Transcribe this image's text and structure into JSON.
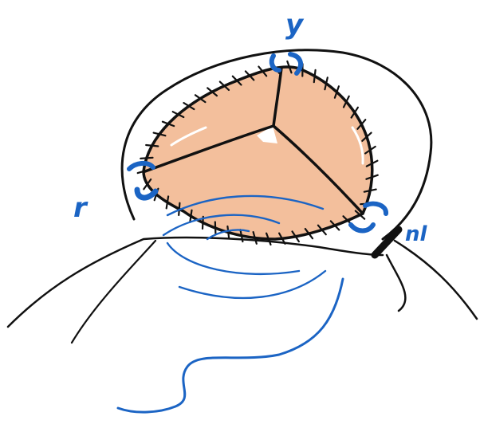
{
  "labels": {
    "top": "y",
    "left": "r",
    "right": "nl"
  },
  "colors": {
    "ink": "#111111",
    "blue": "#1b64c4",
    "tissue": "#f3bf9c",
    "highlight": "#ffffff"
  }
}
